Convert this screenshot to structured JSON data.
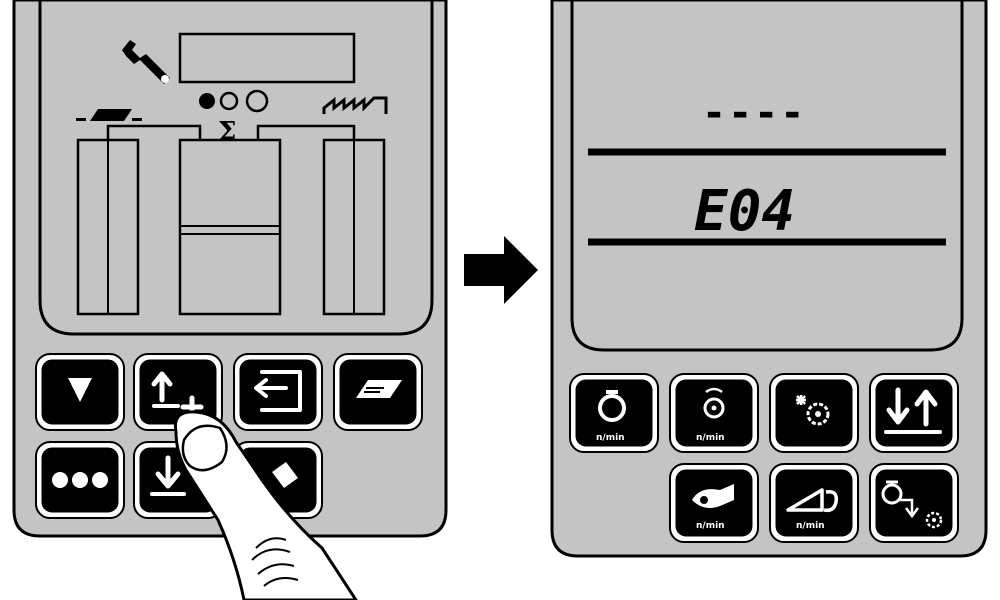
{
  "left_panel": {
    "status_icons": [
      "wrench-icon",
      "field-icon",
      "factory-roof-icon"
    ],
    "indicator_dots": "●○○",
    "sum_symbol": "Σ",
    "keys": [
      {
        "name": "down-triangle-key",
        "icon": "triangle-down-icon"
      },
      {
        "name": "up-plus-key",
        "icon": "arrow-up-plus-icon"
      },
      {
        "name": "return-key",
        "icon": "return-arrow-icon"
      },
      {
        "name": "card-key",
        "icon": "card-icon"
      },
      {
        "name": "dots-key",
        "icon": "three-dots-icon"
      },
      {
        "name": "down-bar-key",
        "icon": "arrow-down-bar-icon"
      },
      {
        "name": "fuel-key",
        "icon": "fuel-can-icon"
      }
    ]
  },
  "right_panel": {
    "display_dashes": "----",
    "error_code": "E04",
    "keys": [
      {
        "name": "engine-speed-key",
        "icon": "engine-icon",
        "label": "n/min"
      },
      {
        "name": "rotor-speed-key",
        "icon": "rotor-icon",
        "label": "n/min"
      },
      {
        "name": "gear-star-key",
        "icon": "gear-star-icon"
      },
      {
        "name": "down-up-key",
        "icon": "arrow-down-up-icon"
      },
      {
        "name": "drum-speed-key",
        "icon": "drum-icon",
        "label": "n/min"
      },
      {
        "name": "ground-speed-key",
        "icon": "slope-icon",
        "label": "n/min"
      },
      {
        "name": "transmission-key",
        "icon": "transmission-icon"
      }
    ]
  },
  "transition_arrow": "arrow-right-icon",
  "finger": "pointing-finger-icon"
}
